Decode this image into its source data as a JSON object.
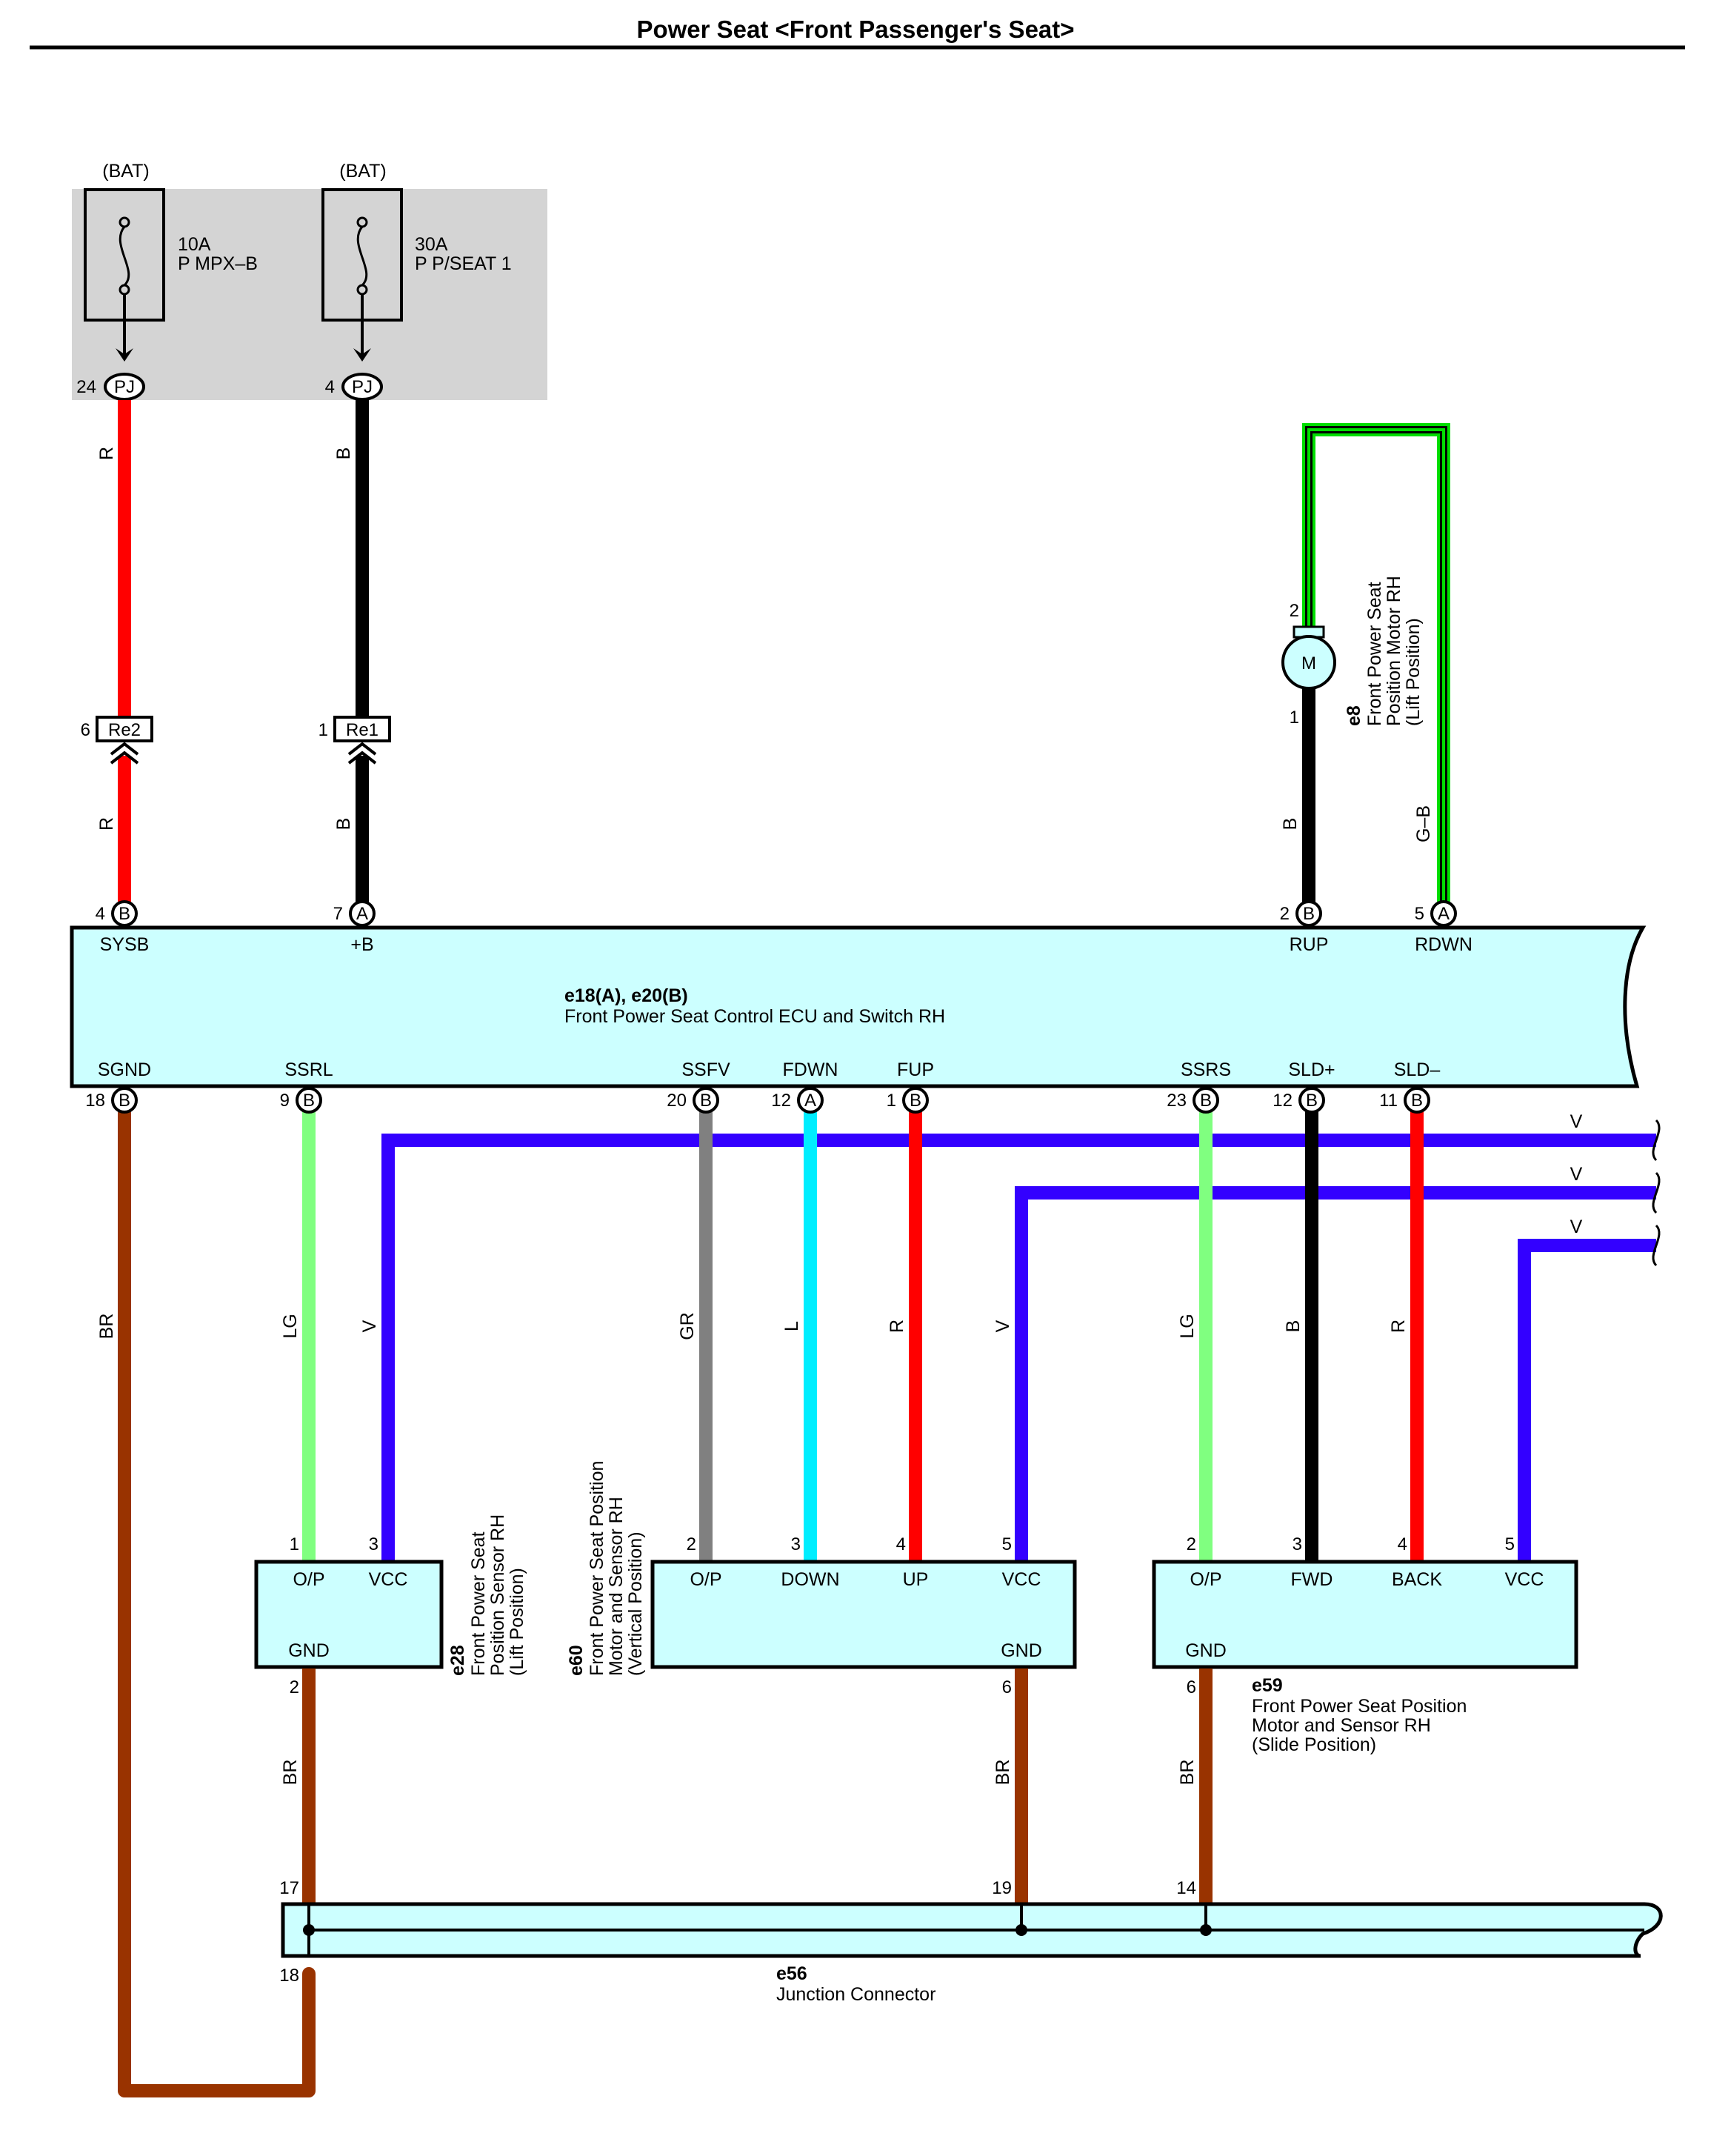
{
  "title": "Power Seat <Front Passenger's Seat>",
  "colors": {
    "R": "#ff0000",
    "B": "#000000",
    "BR": "#993300",
    "LG": "#80ff80",
    "V": "#3300ff",
    "GR": "#808080",
    "L": "#00eeff",
    "G_B_outer": "#00dd00",
    "component": "#ccffff",
    "fuse_box": "#d4d4d4"
  },
  "fuses": [
    {
      "source": "(BAT)",
      "rating": "10A",
      "name": "P MPX–B",
      "pin": "24",
      "connector": "PJ"
    },
    {
      "source": "(BAT)",
      "rating": "30A",
      "name": "P P/SEAT 1",
      "pin": "4",
      "connector": "PJ"
    }
  ],
  "relays": [
    {
      "pin": "6",
      "name": "Re2"
    },
    {
      "pin": "1",
      "name": "Re1"
    }
  ],
  "wire_colors": {
    "r": "R",
    "b": "B",
    "br": "BR",
    "lg": "LG",
    "v": "V",
    "gr": "GR",
    "l": "L",
    "gb": "G–B"
  },
  "ecu": {
    "id": "e18(A), e20(B)",
    "name": "Front Power Seat Control ECU and Switch RH",
    "top_pins": [
      {
        "pin": "4",
        "letter": "B",
        "label": "SYSB"
      },
      {
        "pin": "7",
        "letter": "A",
        "label": "+B"
      },
      {
        "pin": "2",
        "letter": "B",
        "label": "RUP"
      },
      {
        "pin": "5",
        "letter": "A",
        "label": "RDWN"
      }
    ],
    "bottom_pins": [
      {
        "pin": "18",
        "letter": "B",
        "label": "SGND"
      },
      {
        "pin": "9",
        "letter": "B",
        "label": "SSRL"
      },
      {
        "pin": "20",
        "letter": "B",
        "label": "SSFV"
      },
      {
        "pin": "12",
        "letter": "A",
        "label": "FDWN"
      },
      {
        "pin": "1",
        "letter": "B",
        "label": "FUP"
      },
      {
        "pin": "23",
        "letter": "B",
        "label": "SSRS"
      },
      {
        "pin": "12",
        "letter": "B",
        "label": "SLD+"
      },
      {
        "pin": "11",
        "letter": "B",
        "label": "SLD–"
      }
    ]
  },
  "motor_e8": {
    "id": "e8",
    "symbol": "M",
    "name_lines": [
      "Front Power Seat",
      "Position Motor RH",
      "(Lift Position)"
    ],
    "pin_top": "2",
    "pin_bottom": "1"
  },
  "e28": {
    "id": "e28",
    "name_lines": [
      "Front Power Seat",
      "Position Sensor RH",
      "(Lift Position)"
    ],
    "pins": [
      {
        "pin": "1",
        "label": "O/P"
      },
      {
        "pin": "3",
        "label": "VCC"
      }
    ],
    "gnd": {
      "pin": "2",
      "label": "GND"
    }
  },
  "e60": {
    "id": "e60",
    "name_lines": [
      "Front Power Seat Position",
      "Motor and Sensor RH",
      "(Vertical Position)"
    ],
    "pins": [
      {
        "pin": "2",
        "label": "O/P"
      },
      {
        "pin": "3",
        "label": "DOWN"
      },
      {
        "pin": "4",
        "label": "UP"
      },
      {
        "pin": "5",
        "label": "VCC"
      }
    ],
    "gnd": {
      "pin": "6",
      "label": "GND"
    }
  },
  "e59": {
    "id": "e59",
    "name_lines": [
      "Front Power Seat Position",
      "Motor and Sensor RH",
      "(Slide Position)"
    ],
    "pins": [
      {
        "pin": "2",
        "label": "O/P"
      },
      {
        "pin": "3",
        "label": "FWD"
      },
      {
        "pin": "4",
        "label": "BACK"
      },
      {
        "pin": "5",
        "label": "VCC"
      }
    ],
    "gnd": {
      "pin": "6",
      "label": "GND"
    }
  },
  "e56": {
    "id": "e56",
    "name": "Junction Connector",
    "pins": [
      "17",
      "19",
      "14",
      "18"
    ]
  }
}
